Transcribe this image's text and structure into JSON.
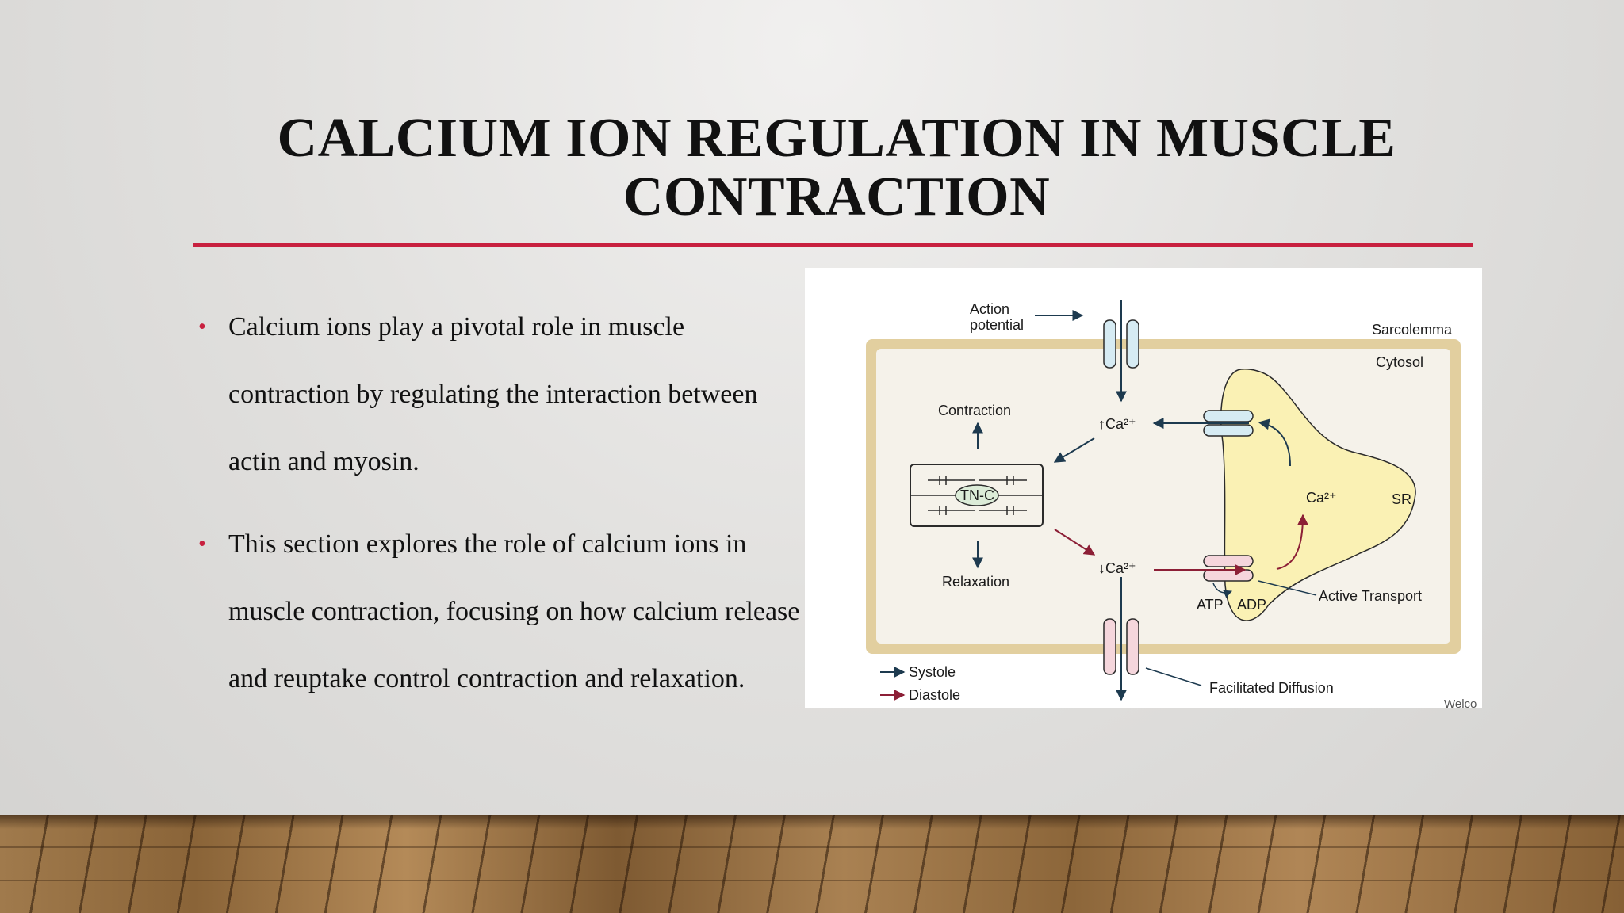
{
  "slide": {
    "title_line1": "CALCIUM ION REGULATION IN MUSCLE",
    "title_line2": "CONTRACTION",
    "bullets": [
      "Calcium ions play a pivotal role in muscle contraction by regulating the interaction between actin and myosin.",
      " This section explores the role of calcium ions in muscle contraction, focusing on how calcium release and reuptake control contraction and relaxation."
    ],
    "bullet_marker": "•"
  },
  "diagram": {
    "labels": {
      "action_potential_1": "Action",
      "action_potential_2": "potential",
      "sarcolemma": "Sarcolemma",
      "cytosol": "Cytosol",
      "contraction": "Contraction",
      "relaxation": "Relaxation",
      "ca_up": "↑Ca²⁺",
      "ca_down": "↓Ca²⁺",
      "ca_sr": "Ca²⁺",
      "sr": "SR",
      "tnc": "TN-C",
      "atp": "ATP",
      "adp": "ADP",
      "active_transport": "Active Transport",
      "facilitated_diffusion": "Facilitated Diffusion",
      "legend_systole": "Systole",
      "legend_diastole": "Diastole",
      "watermark": "Welco"
    },
    "colors": {
      "sarcolemma_border": "#e2cf9f",
      "cytosol_fill": "#f5f2ea",
      "sr_fill": "#faf1b4",
      "channel_blue": "#d6ebf3",
      "channel_pink": "#f5d6dc",
      "systole_arrow": "#1d3a4f",
      "diastole_arrow": "#8c1f36",
      "tnc_fill": "#dcecd8"
    }
  },
  "theme": {
    "accent": "#c8203f"
  }
}
